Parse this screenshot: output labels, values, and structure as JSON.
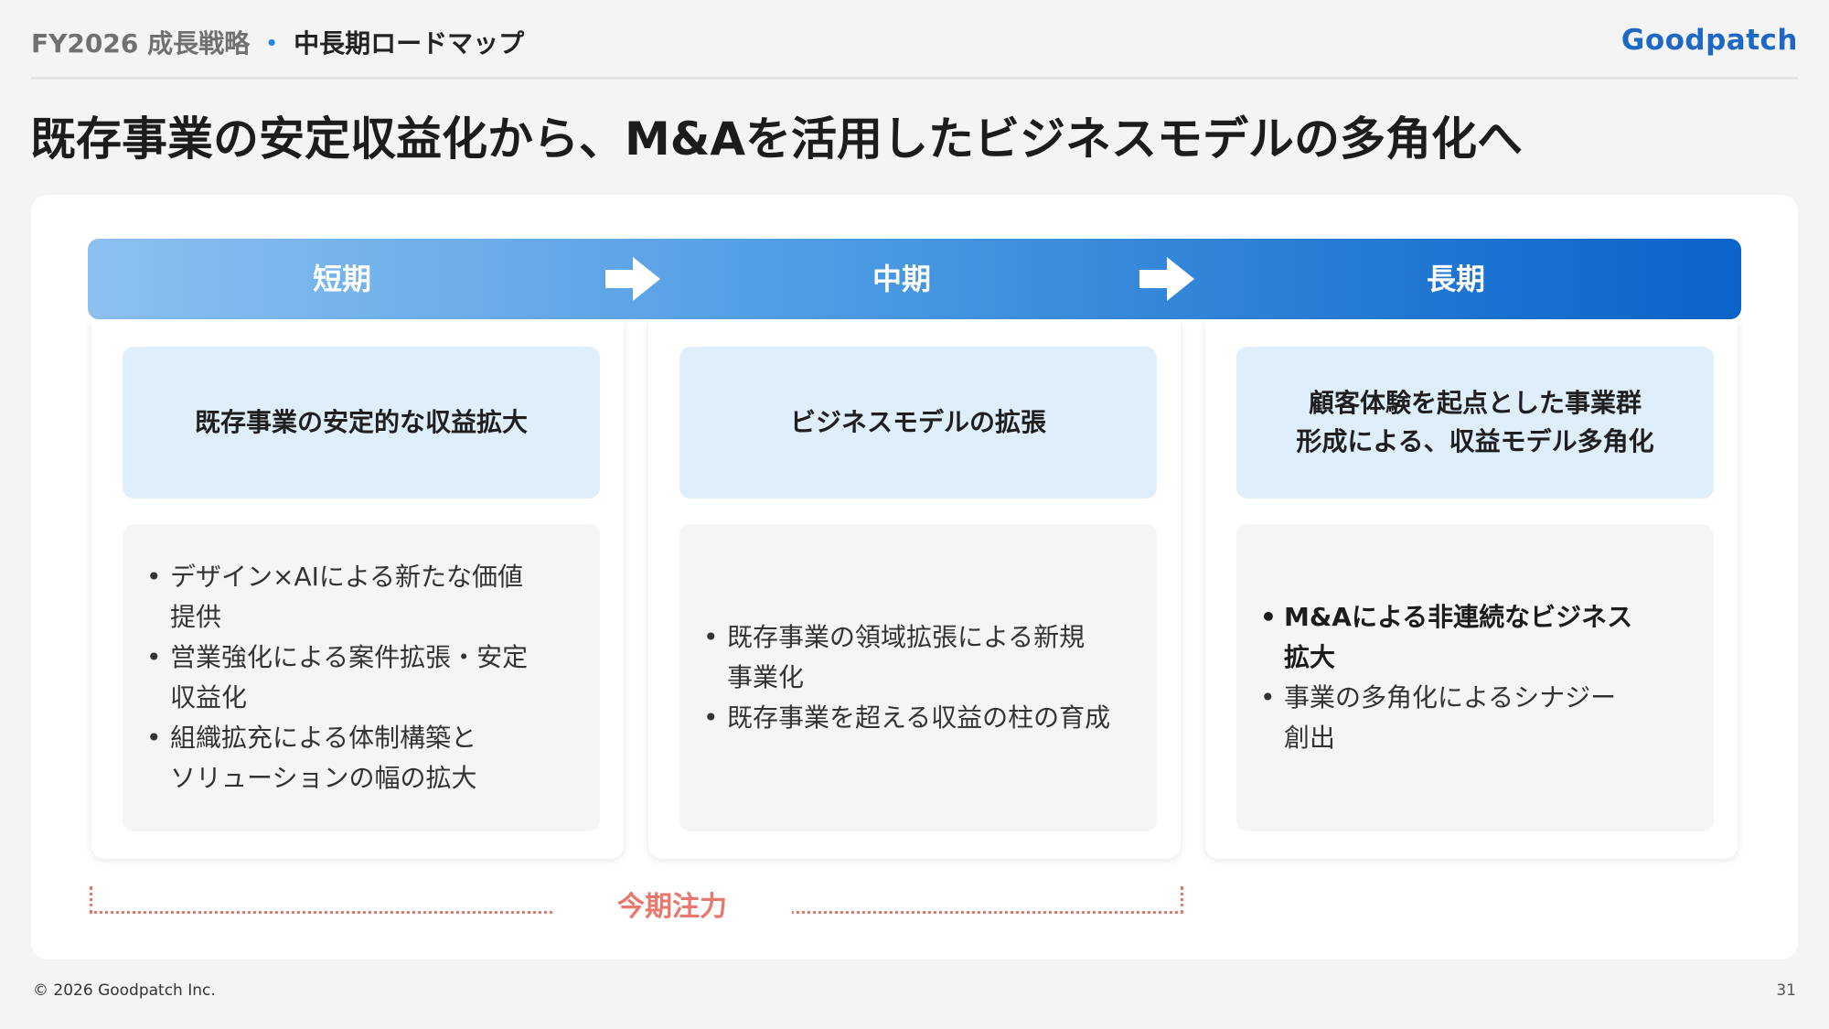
{
  "header": {
    "breadcrumb_section": "FY2026 成長戦略",
    "breadcrumb_separator": "・",
    "breadcrumb_current": "中長期ロードマップ",
    "logo_text": "Goodpatch"
  },
  "title": "既存事業の安定収益化から、M&Aを活用したビジネスモデルの多角化へ",
  "phases": [
    {
      "label": "短期",
      "goal": "既存事業の安定的な収益拡大",
      "bullets": [
        "デザイン×AIによる新たな価値\n提供",
        "営業強化による案件拡張・安定\n収益化",
        "組織拡充による体制構築と\nソリューションの幅の拡大"
      ]
    },
    {
      "label": "中期",
      "goal": "ビジネスモデルの拡張",
      "bullets": [
        "既存事業の領域拡張による新規\n事業化",
        "既存事業を超える収益の柱の育成"
      ]
    },
    {
      "label": "長期",
      "goal": "顧客体験を起点とした事業群\n形成による、収益モデル多角化",
      "bullets": [
        "M&Aによる非連続なビジネス\n拡大",
        "事業の多角化によるシナジー\n創出"
      ]
    }
  ],
  "focus_label": "今期注力",
  "footer": {
    "copyright": "© 2026 Goodpatch Inc.",
    "page_number": "31"
  },
  "colors": {
    "accent": "#0a63c9",
    "banner_start": "#8cc0f1",
    "goal_bg": "#dfeefb",
    "focus": "#e8786e"
  }
}
